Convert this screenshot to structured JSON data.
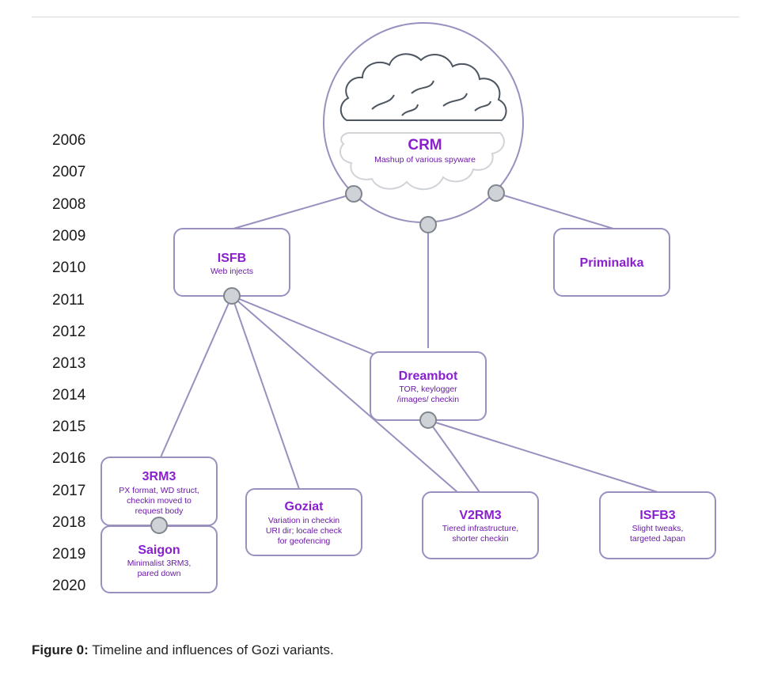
{
  "years": [
    "2006",
    "2007",
    "2008",
    "2009",
    "2010",
    "2011",
    "2012",
    "2013",
    "2014",
    "2015",
    "2016",
    "2017",
    "2018",
    "2019",
    "2020"
  ],
  "nodes": {
    "crm": {
      "title": "CRM",
      "subtitle": "Mashup of various spyware"
    },
    "isfb": {
      "title": "ISFB",
      "subtitle": "Web injects"
    },
    "priminalka": {
      "title": "Priminalka"
    },
    "dreambot": {
      "title": "Dreambot",
      "subtitle_lines": [
        "TOR, keylogger",
        "/images/ checkin"
      ]
    },
    "rm3": {
      "title": "3RM3",
      "subtitle_lines": [
        "PX format, WD struct,",
        "checkin moved to",
        "request body"
      ]
    },
    "saigon": {
      "title": "Saigon",
      "subtitle_lines": [
        "Minimalist 3RM3,",
        "pared down"
      ]
    },
    "goziat": {
      "title": "Goziat",
      "subtitle_lines": [
        "Variation in checkin",
        "URI dir; locale check",
        "for geofencing"
      ]
    },
    "v2rm3": {
      "title": "V2RM3",
      "subtitle_lines": [
        "Tiered infrastructure,",
        "shorter checkin"
      ]
    },
    "isfb3": {
      "title": "ISFB3",
      "subtitle_lines": [
        "Slight tweaks,",
        "targeted Japan"
      ]
    }
  },
  "caption": {
    "label": "Figure 0:",
    "text": " Timeline and influences of Gozi variants."
  },
  "colors": {
    "title": "#8a1fd0",
    "border": "#9a8fbf",
    "connector_dot": "#cfd3d8"
  }
}
